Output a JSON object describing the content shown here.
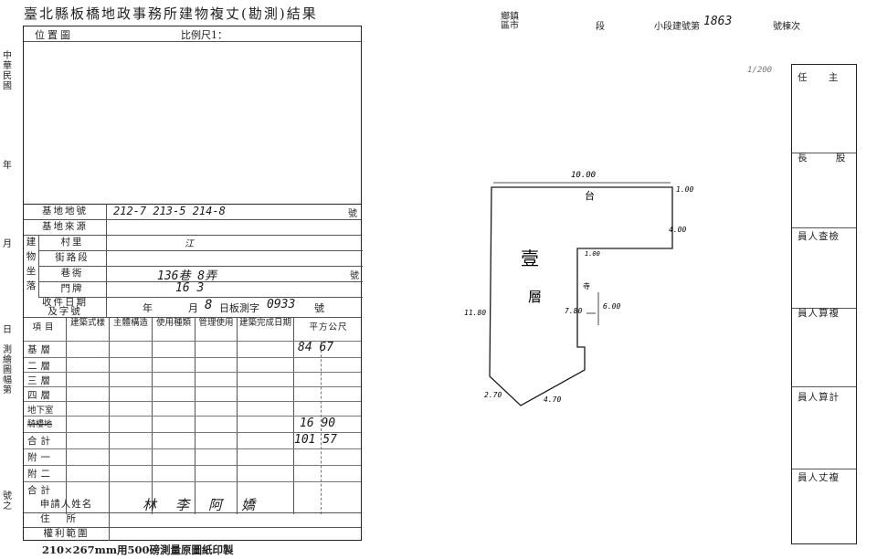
{
  "header": {
    "title": "臺北縣板橋地政事務所建物複丈(勘測)結果",
    "left_margin": [
      "中",
      "華",
      "民",
      "國"
    ],
    "margin_year": "年",
    "margin_month": "月",
    "margin_day": "日",
    "margin_map_sheet": [
      "測",
      "繪",
      "圖",
      "幅",
      "第"
    ],
    "margin_no": [
      "號",
      "之"
    ]
  },
  "location": {
    "label": "位置圖",
    "scale_label": "比例尺1："
  },
  "land": {
    "label_base_no": "基地地號",
    "base_no_value": "212-7   213-5   214-8",
    "suffix_no": "號",
    "label_base_source": "基地來源",
    "bldg_loc_label": [
      "建",
      "物",
      "坐",
      "落"
    ],
    "label_village": "村里",
    "village_value": "江",
    "label_road": "街路段",
    "label_lane": "巷衖",
    "lane_value": "136巷 8弄",
    "label_doorplate": "門牌",
    "doorplate_value": "16 3",
    "label_received": [
      "收件日期",
      "及字號"
    ],
    "received_year": "年",
    "received_month": "月",
    "received_day_value": "8",
    "received_ref": "日板測字",
    "received_number": "0933",
    "received_suffix": "號"
  },
  "table": {
    "headers": [
      "項目",
      "建築式樣",
      "主體構造",
      "使用種類",
      "管理使用",
      "建築完成日期",
      "平方公尺"
    ],
    "rows": [
      {
        "label": "基層",
        "area": "84 67"
      },
      {
        "label": "二層",
        "area": ""
      },
      {
        "label": "三層",
        "area": ""
      },
      {
        "label": "四層",
        "area": ""
      },
      {
        "label": "地下室",
        "area": ""
      },
      {
        "label": "騎樓地",
        "area": "16 90"
      },
      {
        "label": "合計",
        "area": "101 57"
      },
      {
        "label": "附一",
        "area": ""
      },
      {
        "label": "附二",
        "area": ""
      },
      {
        "label": "合計",
        "area": ""
      }
    ],
    "applicant_label": "申請人姓名",
    "applicant_value": "林 李 阿 嬌",
    "address_label": "住所",
    "rights_label": "權利範圍"
  },
  "footer": "210×267mm用500磅測量原圖紙印製",
  "right": {
    "township_labels": [
      "鄉鎮",
      "區市"
    ],
    "section_label": "段",
    "building_no_label": "小段建號第",
    "building_no_value": "1863",
    "floor_label": "號棟次",
    "scale_note": "1/200",
    "signature_sections": [
      "任     主",
      "長       股",
      "員人查檢",
      "員人算複",
      "員人算計",
      "員人丈複"
    ]
  },
  "drawing": {
    "main_char": "壹",
    "sub_char": "層",
    "mark_char": "台",
    "mark_char2": "寺",
    "dims": [
      "10.00",
      "1.00",
      "4.00",
      "1.00",
      "7.80",
      "6.00",
      "11.80",
      "4.70",
      "2.70"
    ]
  }
}
